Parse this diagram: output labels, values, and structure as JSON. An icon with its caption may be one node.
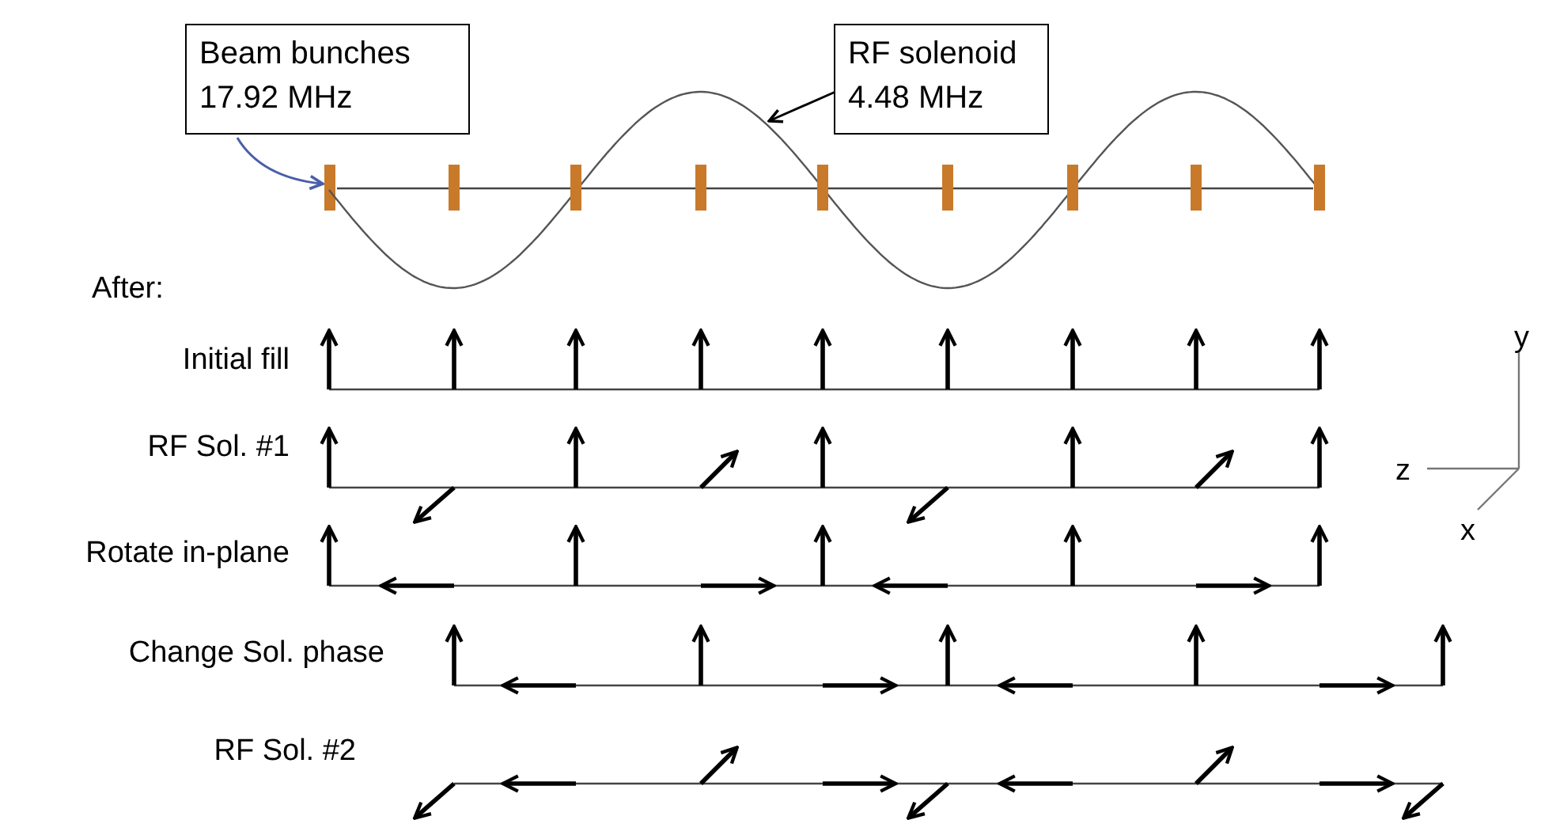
{
  "diagram": {
    "nodes": [
      {
        "text": [
          "Beam bunches",
          "17.92 MHz"
        ]
      },
      {
        "text": [
          "RF solenoid",
          "4.48 MHz"
        ]
      },
      {
        "text": [],
        "shape": "bar"
      },
      {
        "text": [],
        "shape": "picture"
      }
    ],
    "edges": [
      {
        "from": 0,
        "to": 2,
        "arrow": "to",
        "color": "#4a5fa8"
      },
      {
        "from": 1,
        "to": 3,
        "arrow": "to",
        "color": "#000000"
      }
    ],
    "labels": [
      "After:",
      "Initial fill",
      "RF Sol. #1",
      "Rotate in-plane",
      "Change Sol. phase",
      "RF Sol. #2",
      "y",
      "z",
      "x"
    ]
  }
}
